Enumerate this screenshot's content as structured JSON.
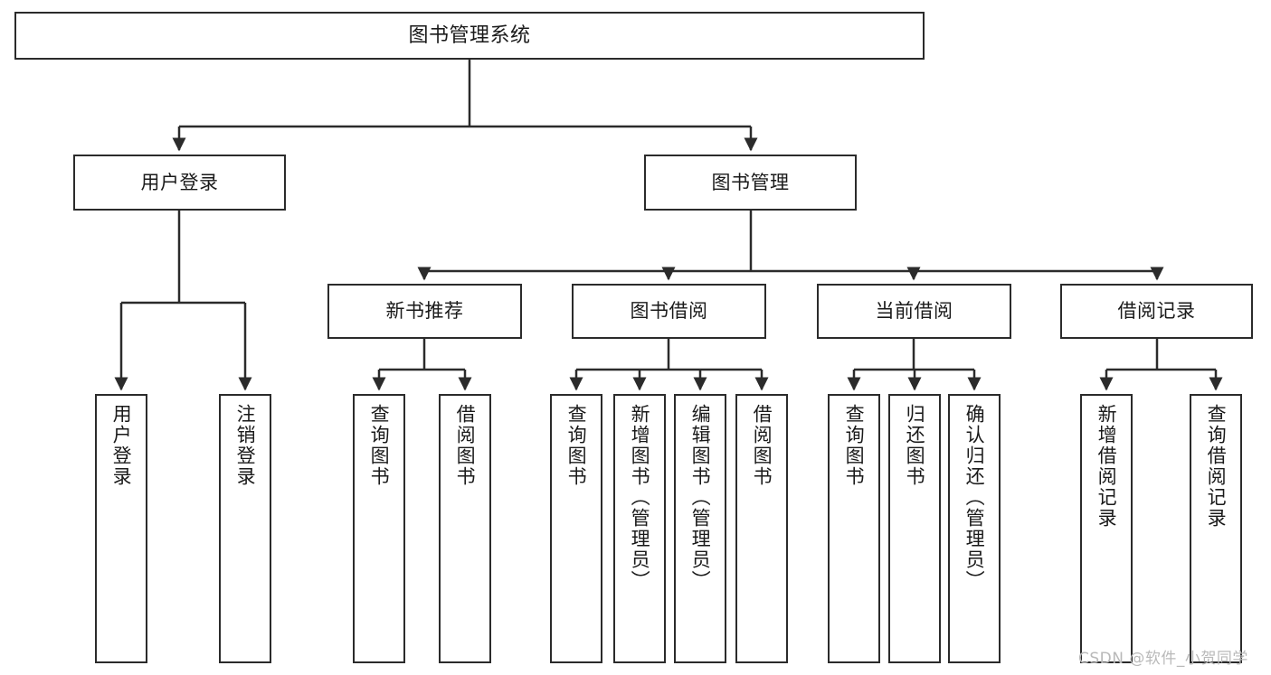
{
  "diagram": {
    "title": "图书管理系统",
    "type": "hierarchy-tree",
    "watermark": "CSDN @软件_小贺同学",
    "colors": {
      "background": "#ffffff",
      "border": "#2b2b2b",
      "connector": "#2b2b2b",
      "text": "#1a1a1a",
      "watermark": "#b9b9b9"
    },
    "levels": {
      "root": [
        "图书管理系统"
      ],
      "level2": [
        "用户登录",
        "图书管理"
      ],
      "level3": [
        "新书推荐",
        "图书借阅",
        "当前借阅",
        "借阅记录"
      ],
      "leaves": [
        "用户登录",
        "注销登录",
        "查询图书",
        "借阅图书",
        "查询图书",
        "新增图书（管理员）",
        "编辑图书（管理员）",
        "借阅图书",
        "查询图书",
        "归还图书",
        "确认归还（管理员）",
        "新增借阅记录",
        "查询借阅记录"
      ]
    },
    "nodes": {
      "root": {
        "label": "图书管理系统"
      },
      "user_login": {
        "label": "用户登录"
      },
      "book_mgmt": {
        "label": "图书管理"
      },
      "new_book_rec": {
        "label": "新书推荐"
      },
      "book_borrow": {
        "label": "图书借阅"
      },
      "current_borrow": {
        "label": "当前借阅"
      },
      "borrow_record": {
        "label": "借阅记录"
      },
      "leaf_user_login": {
        "label": "用户登录"
      },
      "leaf_logout": {
        "label": "注销登录"
      },
      "leaf_query_book_a": {
        "label": "查询图书"
      },
      "leaf_borrow_book_a": {
        "label": "借阅图书"
      },
      "leaf_query_book_b": {
        "label": "查询图书"
      },
      "leaf_add_book": {
        "label": "新增图书（管理员）"
      },
      "leaf_edit_book": {
        "label": "编辑图书（管理员）"
      },
      "leaf_borrow_book_b": {
        "label": "借阅图书"
      },
      "leaf_query_book_c": {
        "label": "查询图书"
      },
      "leaf_return_book": {
        "label": "归还图书"
      },
      "leaf_confirm_return": {
        "label": "确认归还（管理员）"
      },
      "leaf_add_record": {
        "label": "新增借阅记录"
      },
      "leaf_query_record": {
        "label": "查询借阅记录"
      }
    }
  }
}
